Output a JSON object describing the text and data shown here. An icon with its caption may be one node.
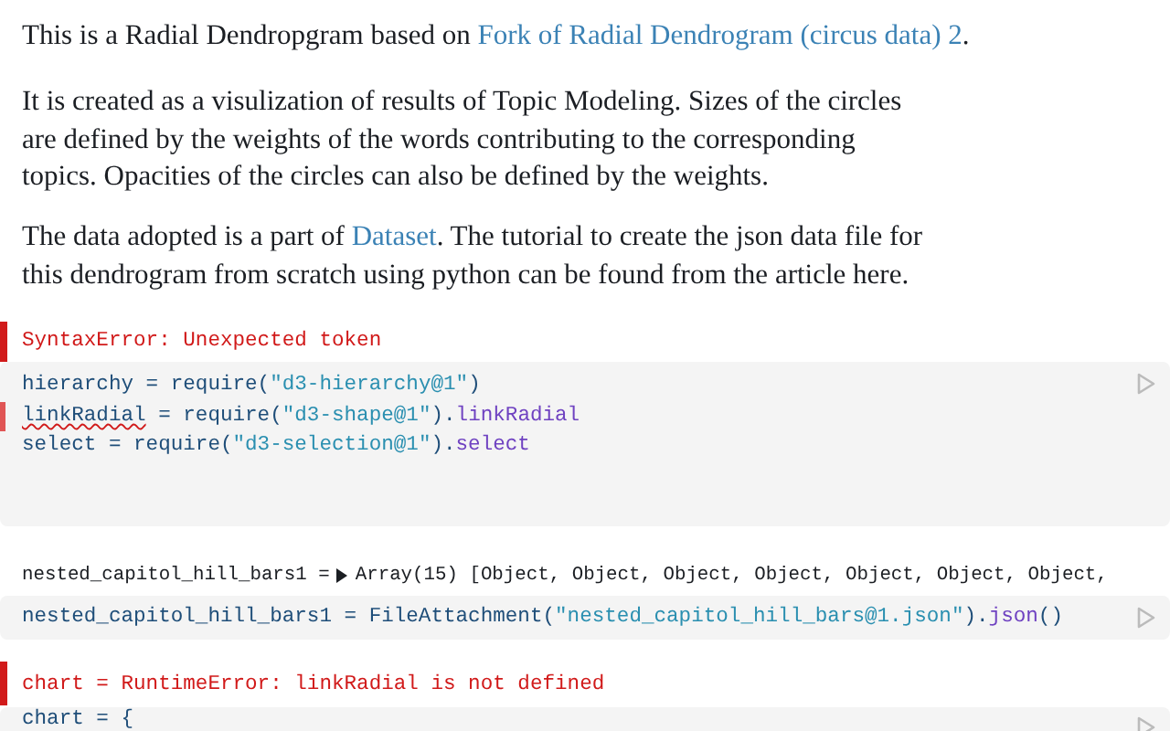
{
  "diagram": {
    "labels": [
      "This is a Radial Dendropgram based on",
      "Fork of Radial Dendrogram (circus data) 2",
      ".",
      "It is created as a visulization of results of Topic Modeling. Sizes of the circles are defined by the weights of the words contributing to the corresponding topics. Opacities of the circles can also be defined by the weights.",
      "The data adopted is a part of",
      "Dataset",
      ". The tutorial to create the json data file for this dendrogram from scratch using python can be found from the article here.",
      "SyntaxError: Unexpected token",
      "hierarchy = require(\"d3-hierarchy@1\")",
      "linkRadial = require(\"d3-shape@1\").linkRadial",
      "select = require(\"d3-selection@1\").select",
      "nested_capitol_hill_bars1 =",
      "Array(15) [Object, Object, Object, Object, Object, Object, Object,",
      "nested_capitol_hill_bars1 = FileAttachment(\"nested_capitol_hill_bars@1.json\").json()",
      "chart = RuntimeError: linkRadial is not defined",
      "chart = {"
    ]
  }
}
